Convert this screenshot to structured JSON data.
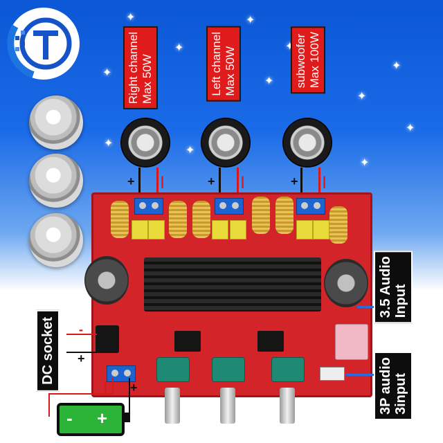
{
  "labels": {
    "right": [
      "Right channel",
      "Max 50W"
    ],
    "left": [
      "Left channel",
      "Max 50W"
    ],
    "sub": [
      "subwoofer",
      "Max 100W"
    ],
    "audio35": [
      "3.5 Audio",
      "Input"
    ],
    "audio3p": [
      "3P audio",
      "3input"
    ],
    "dc": [
      "DC socket"
    ]
  },
  "polarity": {
    "plus": "+",
    "minus": "-",
    "bar": "|"
  },
  "battery": {
    "minus": "-",
    "plus": "+"
  },
  "colors": {
    "background": "#1a6be8",
    "board": "#d3242a",
    "label": "#e01b1b",
    "battery": "#2bb437",
    "terminal": "#1c64d1"
  }
}
